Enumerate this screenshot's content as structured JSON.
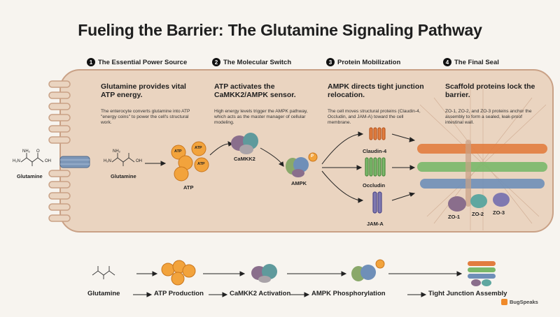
{
  "title": "Fueling the Barrier: The Glutamine Signaling Pathway",
  "steps": [
    {
      "num": "1",
      "label": "The Essential Power Source",
      "heading": "Glutamine provides vital ATP energy.",
      "desc": "The enterocyte converts glutamine into ATP \"energy coins\" to power the cell's structural work."
    },
    {
      "num": "2",
      "label": "The Molecular Switch",
      "heading": "ATP activates the CaMKK2/AMPK sensor.",
      "desc": "High energy levels trigger the AMPK pathway, which acts as the master manager of cellular modeling."
    },
    {
      "num": "3",
      "label": "Protein Mobilization",
      "heading": "AMPK directs tight junction relocation.",
      "desc": "The cell moves structural proteins (Claudin-4, Occludin, and JAM-A) toward the cell membrane."
    },
    {
      "num": "4",
      "label": "The Final Seal",
      "heading": "Scaffold proteins lock the barrier.",
      "desc": "ZO-1, ZO-2, and ZO-3 proteins anchor the assembly to form a sealed, leak-proof intestinal wall."
    }
  ],
  "molecules": {
    "glutamine_outside": "Glutamine",
    "glutamine_inside": "Glutamine",
    "atp": "ATP",
    "camkk2": "CaMKK2",
    "ampk": "AMPK",
    "phospho": "P",
    "claudin": "Claudin-4",
    "occludin": "Occludin",
    "jama": "JAM-A",
    "zo1": "ZO-1",
    "zo2": "ZO-2",
    "zo3": "ZO-3",
    "nh2": "NH₂",
    "h2n": "H₂N",
    "o": "O",
    "oh": "OH"
  },
  "flow": [
    "Glutamine",
    "ATP Production",
    "CaMKK2 Activation",
    "AMPK Phosphorylation",
    "Tight Junction Assembly"
  ],
  "brand": "BugSpeaks",
  "colors": {
    "cell": "#e9d3bf",
    "membrane": "#c99e84",
    "atp": "#f2a33c",
    "camkk2_a": "#8a6e8c",
    "camkk2_b": "#5f9a9c",
    "ampk_a": "#6f8fb8",
    "ampk_b": "#8aa86a",
    "claudin": "#e27d3f",
    "occludin": "#7ab86a",
    "jama": "#7f78b0"
  }
}
